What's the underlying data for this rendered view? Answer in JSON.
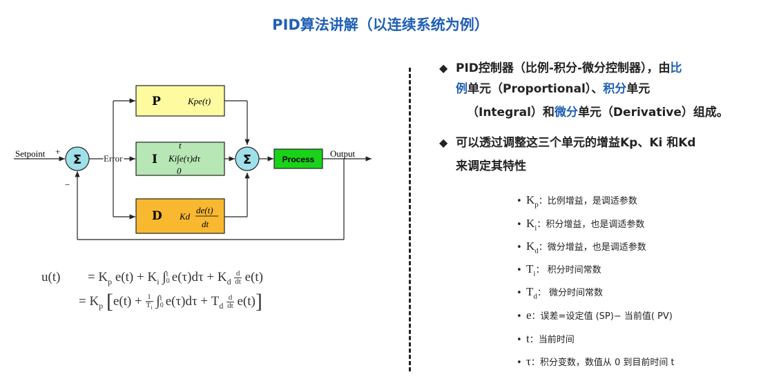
{
  "title": "PID算法讲解（以连续系统为例）",
  "diagram": {
    "setpoint": "Setpoint",
    "plus": "+",
    "minus": "−",
    "sum": "Σ",
    "error": "Error",
    "output": "Output",
    "p_letter": "P",
    "p_eq": "Kpe(t)",
    "i_letter": "I",
    "i_eq": "Ki∫e(τ)dτ",
    "i_upper": "t",
    "i_lower": "0",
    "d_letter": "D",
    "d_eq_k": "Kd",
    "d_num": "de(t)",
    "d_den": "dt",
    "process": "Process"
  },
  "equation": {
    "lhs": "u(t)",
    "line1": "= Kp e(t) + Ki ∫0t e(τ)dτ + Kd d/dt e(t)",
    "line2": "= Kp [e(t) + 1/Ti ∫0t e(τ)dτ + Td d/dt e(t)]"
  },
  "bullets": {
    "b1_pre": "PID控制器（比例-积分-微分控制器），由",
    "b1_hl1": "比",
    "b1_l2_hl": "例",
    "b1_l2_a": "单元（Proportional）、",
    "b1_l2_hl2": "积分",
    "b1_l2_b": "单元",
    "b1_l3_a": "（Integral）和",
    "b1_l3_hl": "微分",
    "b1_l3_b": "单元（Derivative）组成。",
    "b2_l1": "可以透过调整这三个单元的增益Kp、Ki 和Kd",
    "b2_l2": "来调定其特性"
  },
  "params": [
    {
      "sym": "K",
      "sub": "p",
      "desc": "：比例增益，是调适参数"
    },
    {
      "sym": "K",
      "sub": "i",
      "desc": "：积分增益，也是调适参数"
    },
    {
      "sym": "K",
      "sub": "d",
      "desc": "：微分增益，也是调适参数"
    },
    {
      "sym": "T",
      "sub": "i",
      "desc": "： 积分时间常数"
    },
    {
      "sym": "T",
      "sub": "d",
      "desc": "： 微分时间常数"
    },
    {
      "sym": "e",
      "sub": "",
      "desc": "：误差=设定值 (SP)− 当前值( PV)"
    },
    {
      "sym": "t",
      "sub": "",
      "desc": "：当前时间"
    },
    {
      "sym": "τ",
      "sub": "",
      "desc": "：积分变数，数值从 0 到目前时间 t"
    }
  ]
}
